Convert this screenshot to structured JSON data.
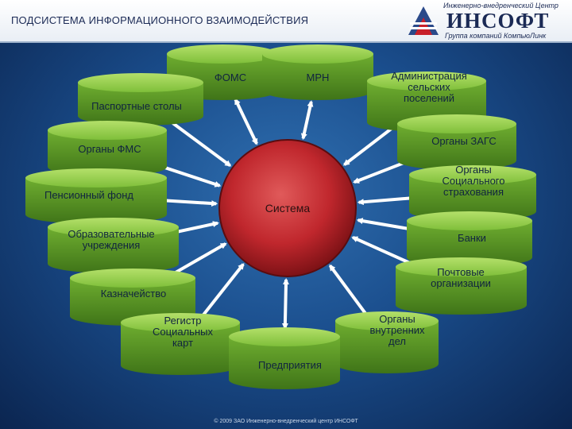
{
  "header": {
    "title": "ПОДСИСТЕМА ИНФОРМАЦИОННОГО ВЗАИМОДЕЙСТВИЯ",
    "logo_top": "Инженерно-внедренческий Центр",
    "logo_brand": "ИНСОФТ",
    "logo_sub": "Группа компаний КомпьюЛинк"
  },
  "center": {
    "label": "Система"
  },
  "nodes": [
    {
      "id": "foms",
      "lines": [
        "ФОМС"
      ]
    },
    {
      "id": "mrn",
      "lines": [
        "МРН"
      ]
    },
    {
      "id": "admin",
      "lines": [
        "Администрация",
        "сельских",
        "поселений"
      ]
    },
    {
      "id": "zags",
      "lines": [
        "Органы ЗАГС"
      ]
    },
    {
      "id": "social-insurance",
      "lines": [
        "Органы",
        "Социального",
        "страхования"
      ]
    },
    {
      "id": "banks",
      "lines": [
        "Банки"
      ]
    },
    {
      "id": "post",
      "lines": [
        "Почтовые",
        "организации"
      ]
    },
    {
      "id": "mvd",
      "lines": [
        "Органы",
        "внутренних",
        "дел"
      ]
    },
    {
      "id": "enterprises",
      "lines": [
        "Предприятия"
      ]
    },
    {
      "id": "social-cards",
      "lines": [
        "Регистр",
        "Социальных",
        "карт"
      ]
    },
    {
      "id": "treasury",
      "lines": [
        "Казначейство"
      ]
    },
    {
      "id": "education",
      "lines": [
        "Образовательные",
        "учреждения"
      ]
    },
    {
      "id": "pension",
      "lines": [
        "Пенсионный фонд"
      ]
    },
    {
      "id": "fms",
      "lines": [
        "Органы ФМС"
      ]
    },
    {
      "id": "passport",
      "lines": [
        "Паспортные столы"
      ]
    }
  ],
  "footer": {
    "text": "© 2009 ЗАО Инженерно-внедренческий центр ИНСОФТ"
  },
  "colors": {
    "disk_top": "#8cc63f",
    "disk_side": "#5e9a2a",
    "center": "#c0272d"
  }
}
